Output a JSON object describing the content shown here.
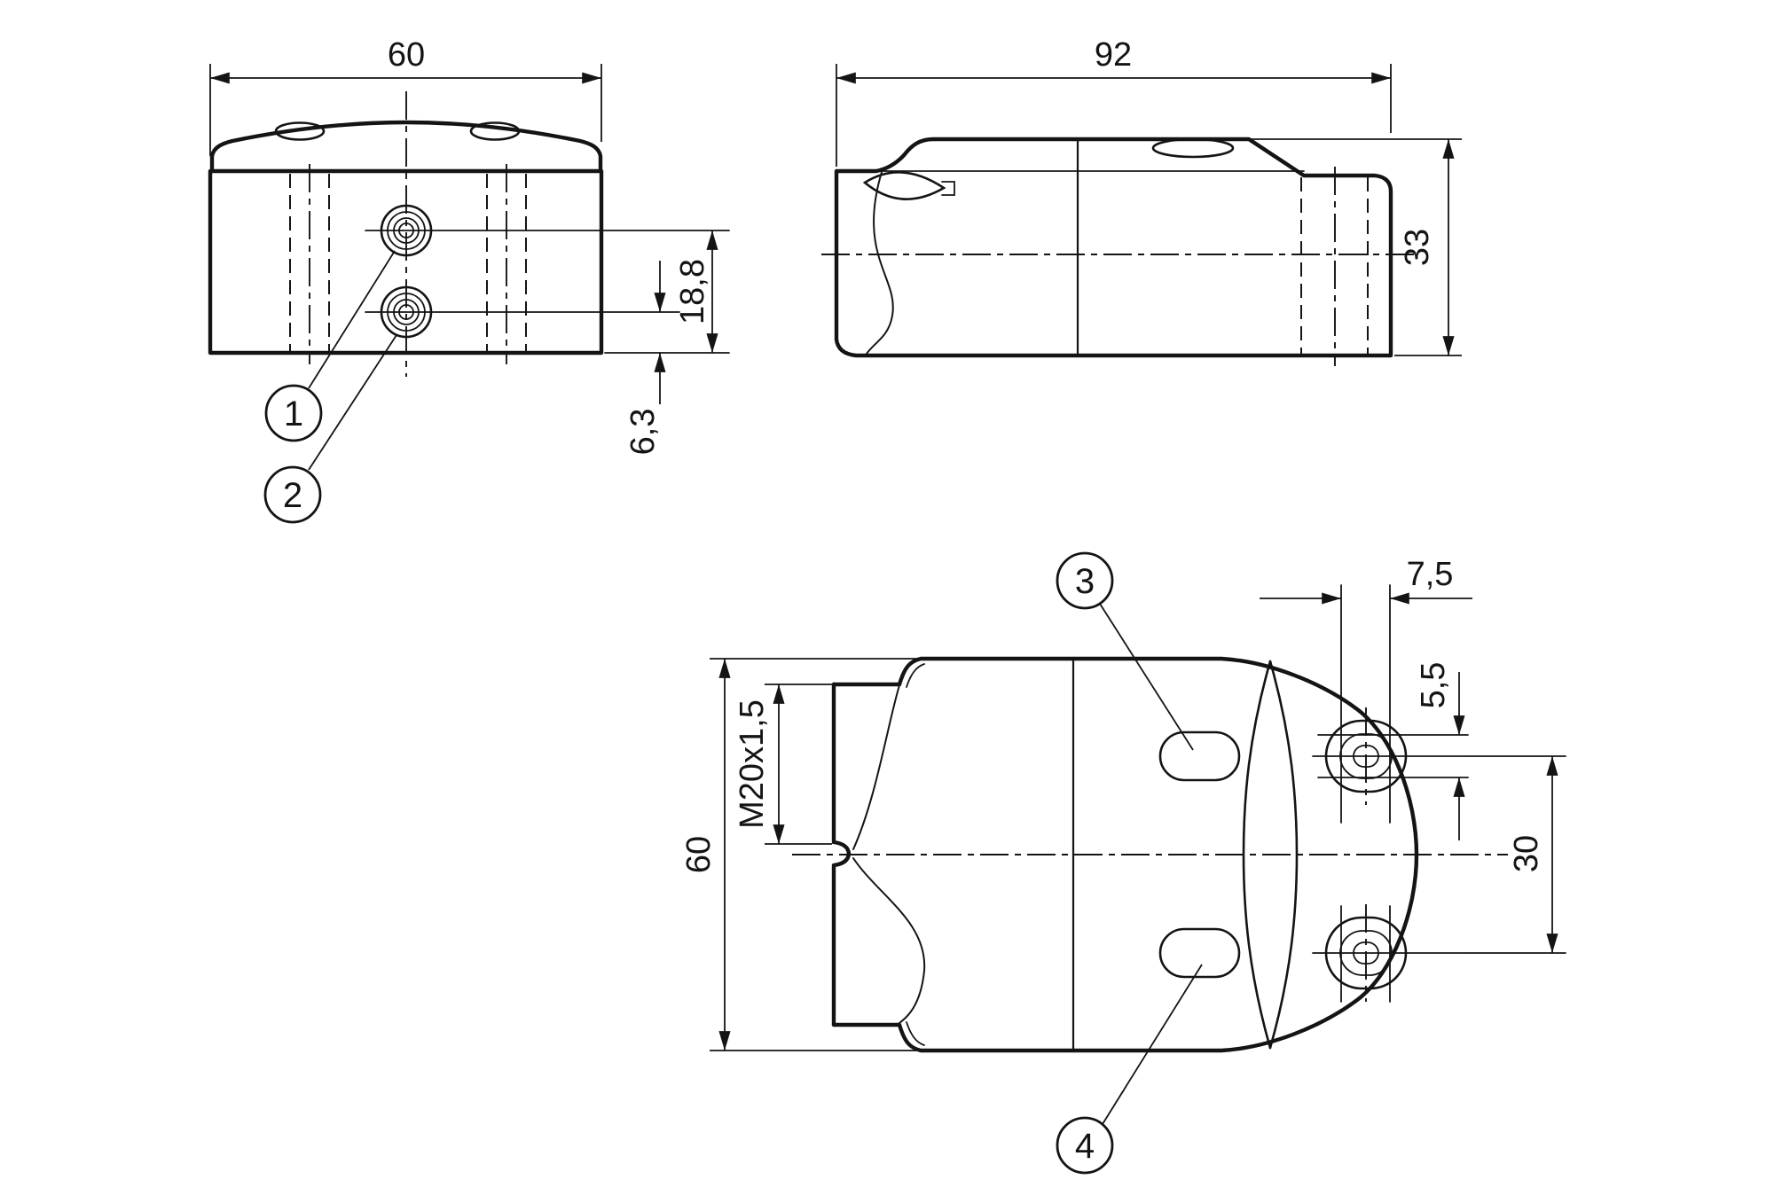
{
  "drawing": {
    "kind": "technical-dimension-drawing",
    "line_color": "#141414",
    "background": "#ffffff",
    "views": {
      "front": {
        "dims": {
          "width": "60",
          "upper_hole_to_bottom": "18,8",
          "lower_hole_to_bottom": "6,3"
        },
        "callouts": {
          "upper_hole": "1",
          "lower_hole": "2"
        }
      },
      "side": {
        "dims": {
          "length": "92",
          "height": "33"
        }
      },
      "bottom": {
        "dims": {
          "height": "60",
          "thread": "M20x1,5",
          "slot_hole_width": "7,5",
          "slot_hole_height": "5,5",
          "slot_center_distance": "30"
        },
        "callouts": {
          "upper_oval": "3",
          "lower_oval": "4"
        }
      }
    }
  }
}
